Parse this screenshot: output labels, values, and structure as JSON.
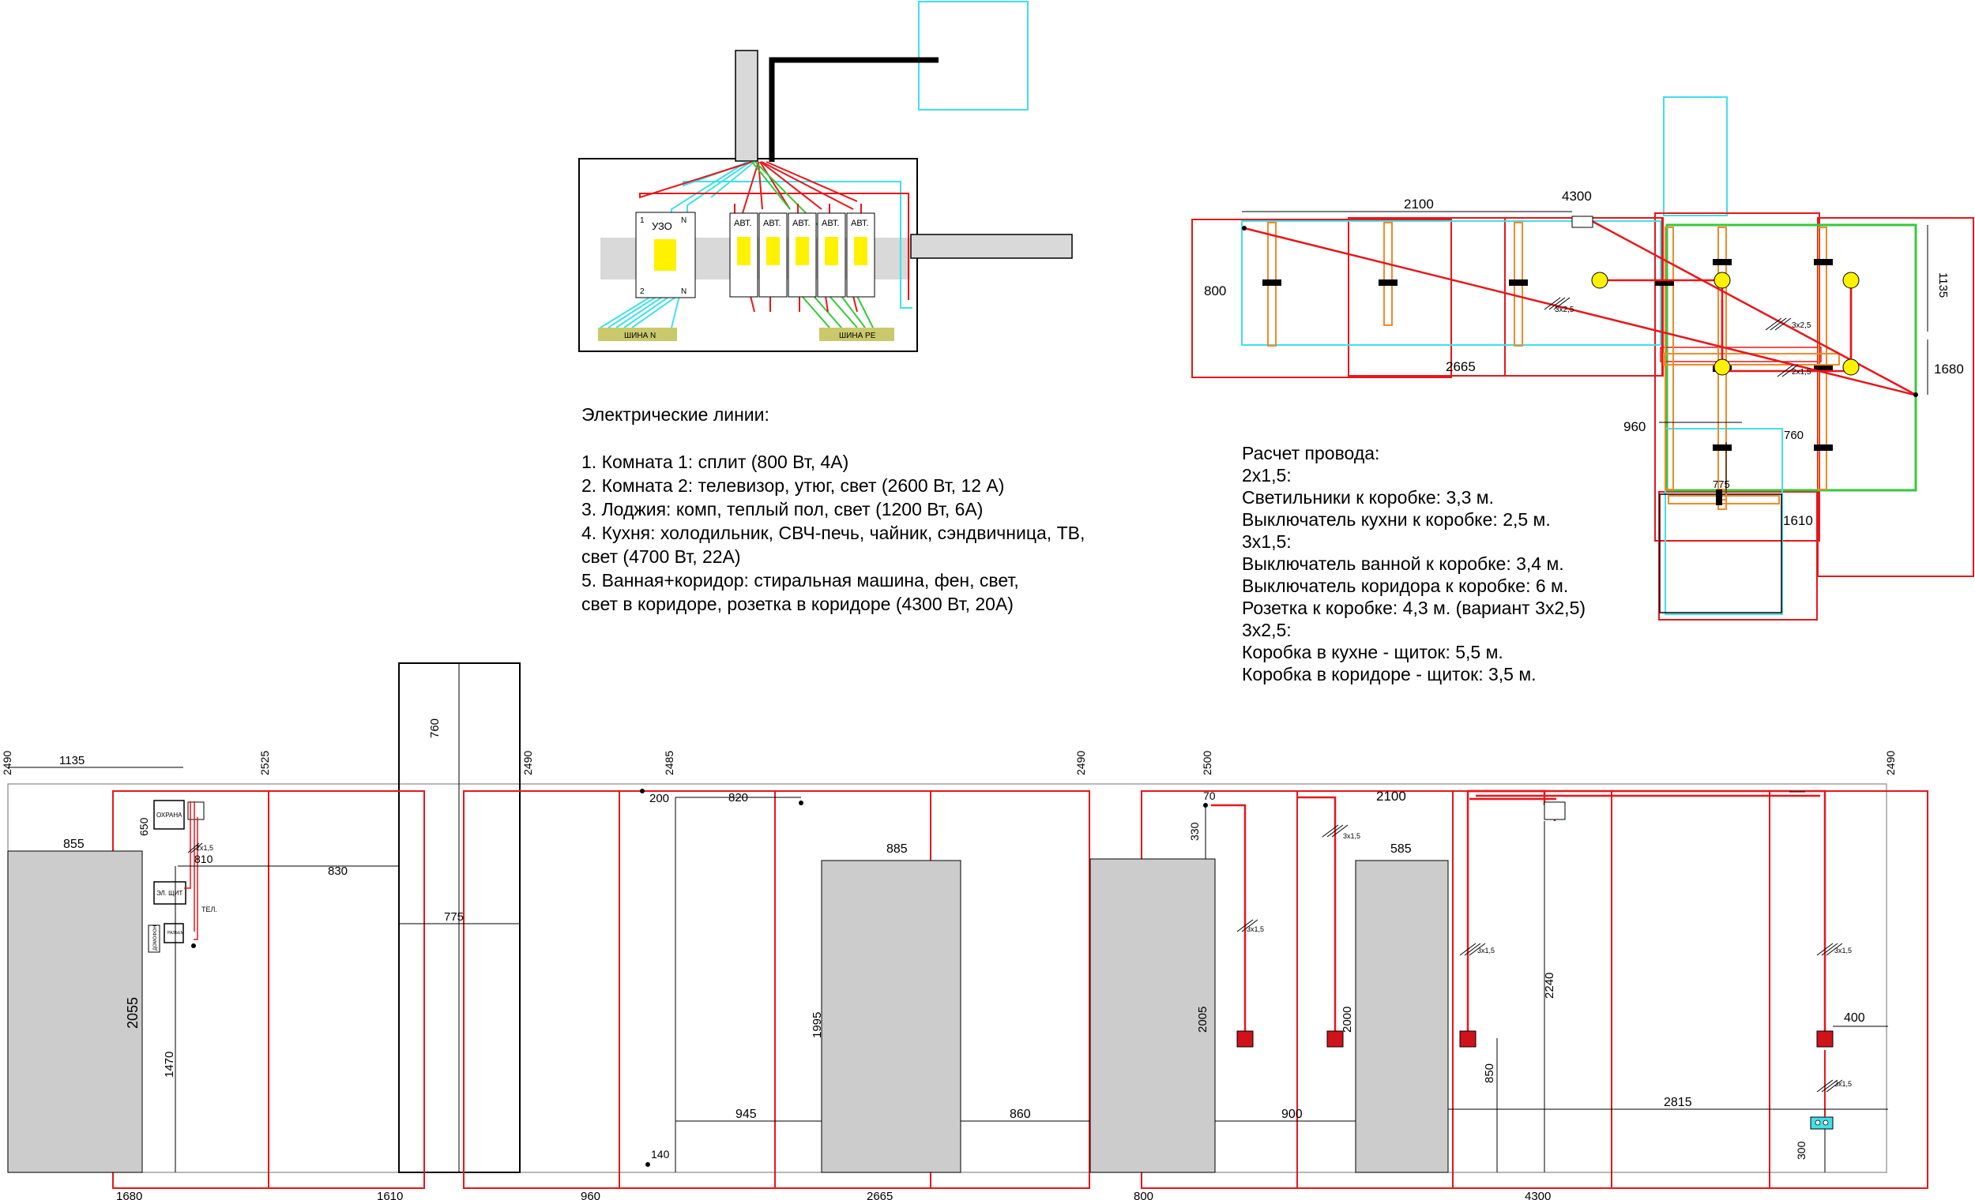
{
  "legend": {
    "title": "Электрические линии:",
    "lines": [
      "1. Комната 1: сплит (800 Вт, 4А)",
      "2. Комната 2: телевизор, утюг, свет (2600 Вт, 12 А)",
      "3. Лоджия: комп, теплый пол, свет (1200 Вт, 6А)",
      "4. Кухня: холодильник, СВЧ-печь, чайник, сэндвичница, ТВ,",
      "свет (4700 Вт, 22А)",
      "5. Ванная+коридор: стиральная машина, фен, свет,",
      "свет в коридоре, розетка в коридоре (4300 Вт, 20А)"
    ]
  },
  "wire_calc": {
    "title": "Расчет провода:",
    "lines": [
      "2х1,5:",
      "Светильники к коробке: 3,3 м.",
      "Выключатель кухни к коробке: 2,5 м.",
      "3х1,5:",
      "Выключатель ванной к коробке: 3,4 м.",
      "Выключатель коридора к коробке: 6 м.",
      "Розетка к коробке: 4,3 м. (вариант 3х2,5)",
      "3х2,5:",
      "Коробка в кухне - щиток: 5,5 м.",
      "Коробка в коридоре - щиток: 3,5 м."
    ]
  },
  "panel": {
    "uzo": "УЗО",
    "uzo_pins": {
      "p1": "1",
      "p2": "2",
      "n1": "N",
      "n2": "N"
    },
    "breakers": [
      "АВТ.",
      "АВТ.",
      "АВТ.",
      "АВТ.",
      "АВТ."
    ],
    "bus_n": "ШИНА N",
    "bus_pe": "ШИНА РЕ"
  },
  "plan": {
    "dims": {
      "top_left": "2100",
      "top_right": "4300",
      "left": "800",
      "bottom_mid": "2665",
      "right_top": "1135",
      "right_mid": "1680",
      "lower_left": "960",
      "lower_mid": "760",
      "lower_small": "775",
      "lower_right": "1610"
    },
    "wire_labels": [
      "3х2,5",
      "3х2,5",
      "2х1,5"
    ]
  },
  "elevation": {
    "heights": [
      "2490",
      "2525",
      "2490",
      "2485",
      "2490",
      "2500",
      "2490"
    ],
    "top_dims": [
      "1135",
      "760",
      "820",
      "200",
      "70",
      "2100",
      "330"
    ],
    "bottom_labels": [
      "1680",
      "1610",
      "960",
      "2665",
      "800",
      "4300"
    ],
    "door_widths": [
      "855",
      "885",
      "585"
    ],
    "door_heights": [
      "2055",
      "1995",
      "2005",
      "2000"
    ],
    "gaps": [
      "830",
      "775",
      "945",
      "860",
      "900",
      "2815",
      "400"
    ],
    "misc": [
      "650",
      "810",
      "1470",
      "140",
      "2240",
      "850",
      "300"
    ],
    "wire_labels": [
      "2х1,5",
      "3х1,5",
      "3х1,5",
      "3х1,5",
      "3х1,5",
      "3х1,5",
      "2х1,5"
    ],
    "boxes": {
      "security": "ОХРАНА",
      "panel": "ЭЛ. ЩИТ",
      "phone": "ТЕЛ.",
      "intercom": "ДОМОФОН",
      "tel_box": "РАЗЪЕМ"
    }
  },
  "colors": {
    "red": "#e8161b",
    "cyan": "#3fe0ea",
    "green": "#35c93b",
    "orange": "#f08a2a",
    "yellow": "#fff200",
    "grey": "#cccccc",
    "darkred": "#d0121b"
  }
}
